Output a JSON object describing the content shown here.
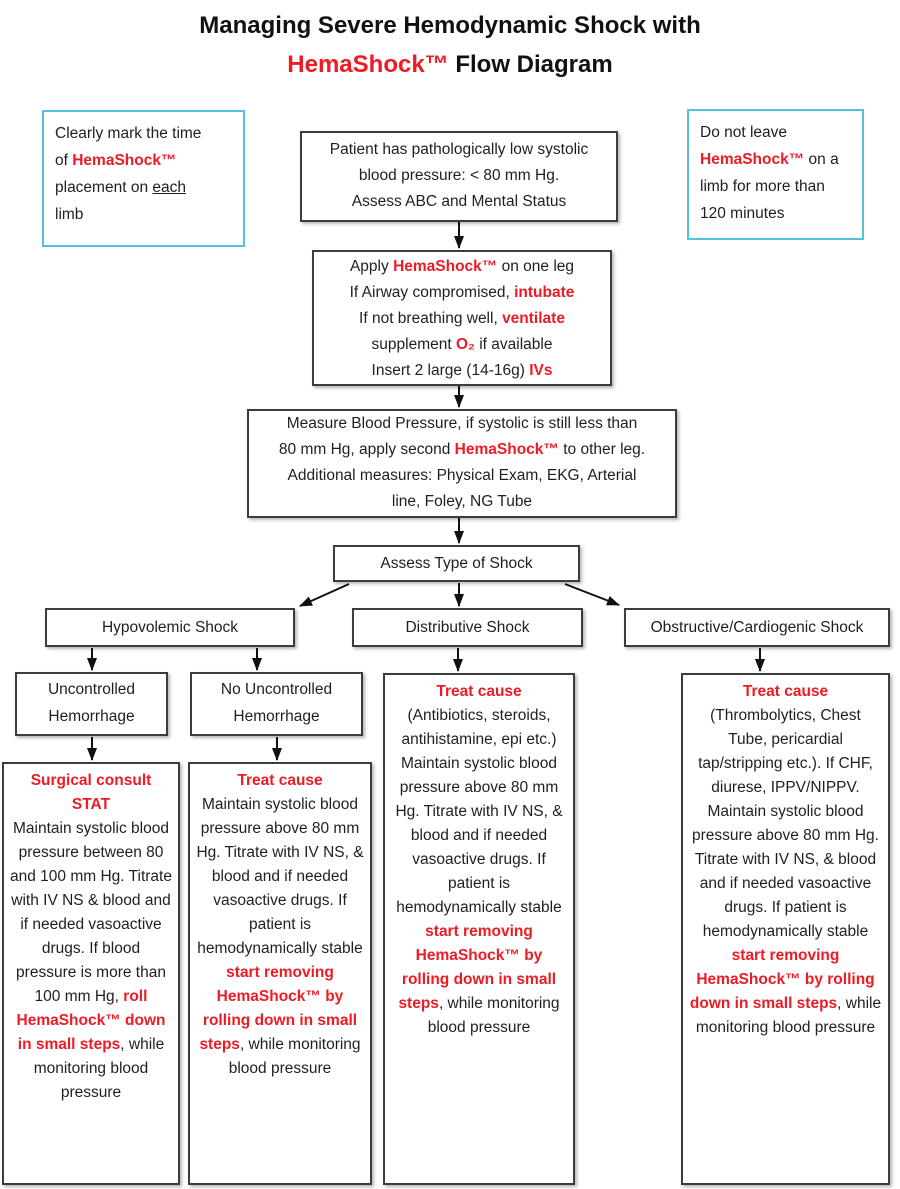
{
  "colors": {
    "red": "#ed1c24",
    "ink": "#1f1f1f",
    "border": "#3c3c3c",
    "note-border": "#52c2d8"
  },
  "title": {
    "line1": "Managing Severe Hemodynamic Shock with",
    "line2": [
      {
        "t": "HemaShock™",
        "s": "red"
      },
      {
        "t": " Flow Diagram"
      }
    ]
  },
  "notes": {
    "left": [
      {
        "t": "Clearly mark the time"
      },
      {
        "br": true
      },
      {
        "t": "of "
      },
      {
        "t": "HemaShock™",
        "s": "red"
      },
      {
        "br": true
      },
      {
        "t": "placement on "
      },
      {
        "t": "each",
        "s": "u"
      },
      {
        "br": true
      },
      {
        "t": "limb"
      }
    ],
    "right": [
      {
        "t": "Do not leave"
      },
      {
        "br": true
      },
      {
        "t": "HemaShock™",
        "s": "red"
      },
      {
        "t": " on a"
      },
      {
        "br": true
      },
      {
        "t": "limb for more than"
      },
      {
        "br": true
      },
      {
        "t": "120 minutes"
      }
    ]
  },
  "flow": {
    "patient": [
      {
        "t": "Patient has pathologically low systolic"
      },
      {
        "br": true
      },
      {
        "t": "blood pressure: < 80 mm Hg."
      },
      {
        "br": true
      },
      {
        "t": "Assess ABC and Mental Status"
      }
    ],
    "apply": [
      {
        "t": "Apply "
      },
      {
        "t": "HemaShock™",
        "s": "red"
      },
      {
        "t": " on one leg"
      },
      {
        "br": true
      },
      {
        "t": "If Airway compromised, "
      },
      {
        "t": "intubate",
        "s": "red"
      },
      {
        "br": true
      },
      {
        "t": "If not breathing well, "
      },
      {
        "t": "ventilate",
        "s": "red"
      },
      {
        "br": true
      },
      {
        "t": "supplement "
      },
      {
        "t": "O₂",
        "s": "red"
      },
      {
        "t": " if available"
      },
      {
        "br": true
      },
      {
        "t": "Insert 2 large (14-16g) "
      },
      {
        "t": "IVs",
        "s": "red"
      }
    ],
    "measure": [
      {
        "t": "Measure Blood Pressure, if systolic is still less than"
      },
      {
        "br": true
      },
      {
        "t": "80 mm Hg, apply second "
      },
      {
        "t": "HemaShock™",
        "s": "red"
      },
      {
        "t": " to other leg."
      },
      {
        "br": true
      },
      {
        "t": "Additional measures: Physical Exam, EKG, Arterial"
      },
      {
        "br": true
      },
      {
        "t": "line, Foley, NG Tube"
      }
    ],
    "assess": "Assess Type of Shock",
    "branch_hypovolemic": "Hypovolemic Shock",
    "branch_distributive": "Distributive Shock",
    "branch_obstructive": "Obstructive/Cardiogenic Shock",
    "sub_uncontrolled": "Uncontrolled Hemorrhage",
    "sub_no_uncontrolled": "No Uncontrolled Hemorrhage",
    "outcome_uncontrolled": [
      {
        "t": "Surgical consult",
        "s": "red"
      },
      {
        "br": true
      },
      {
        "t": "STAT",
        "s": "red"
      },
      {
        "br": true
      },
      {
        "t": "Maintain systolic blood pressure between 80 and 100 mm Hg. Titrate with IV NS & blood and if needed vasoactive drugs. If blood pressure is more than 100 mm Hg, "
      },
      {
        "t": "roll HemaShock™ down in small steps",
        "s": "red"
      },
      {
        "t": ", while monitoring blood pressure"
      }
    ],
    "outcome_no_uncontrolled": [
      {
        "t": "Treat cause",
        "s": "red"
      },
      {
        "br": true
      },
      {
        "t": "Maintain systolic blood pressure above 80 mm Hg. Titrate with IV NS, & blood and if needed vasoactive drugs. If patient is hemodynamically stable "
      },
      {
        "t": "start removing HemaShock™ by rolling down in small steps",
        "s": "red"
      },
      {
        "t": ", while monitoring blood pressure"
      }
    ],
    "outcome_distributive": [
      {
        "t": "Treat cause",
        "s": "red"
      },
      {
        "br": true
      },
      {
        "t": "(Antibiotics, steroids, antihistamine, epi etc.)"
      },
      {
        "br": true
      },
      {
        "t": "Maintain systolic blood pressure above 80 mm Hg. Titrate with IV NS, & blood and if needed vasoactive drugs. If patient is hemodynamically stable "
      },
      {
        "t": "start removing HemaShock™ by rolling down in small steps",
        "s": "red"
      },
      {
        "t": ", while monitoring blood pressure"
      }
    ],
    "outcome_obstructive": [
      {
        "t": "Treat cause",
        "s": "red"
      },
      {
        "br": true
      },
      {
        "t": "(Thrombolytics, Chest Tube, pericardial tap/stripping etc.). If CHF, diurese, IPPV/NIPPV."
      },
      {
        "br": true
      },
      {
        "t": "Maintain systolic blood pressure above 80 mm Hg. Titrate with IV NS, & blood and if needed vasoactive drugs. If patient is hemodynamically stable "
      },
      {
        "t": "start removing HemaShock™ by rolling down in small steps",
        "s": "red"
      },
      {
        "t": ", while monitoring blood pressure"
      }
    ]
  }
}
